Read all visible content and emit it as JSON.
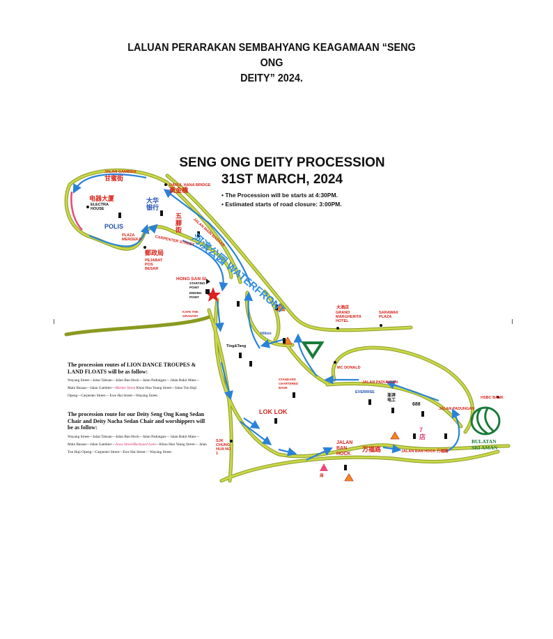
{
  "document_title": [
    "LALUAN PERARAKAN SEMBAHYANG KEAGAMAAN “SENG ONG",
    "DEITY” 2024."
  ],
  "map": {
    "title": "SENG ONG DEITY PROCESSION",
    "date": "31ST MARCH, 2024",
    "notes": [
      "• The Procession will be starts at 4:30PM.",
      "• Estimated starts of road closure:  3:00PM."
    ],
    "waterfront_label": "河滨公园 WATERFRONT",
    "labels": {
      "jalan_gambier": "JALAN GAMBIER",
      "jalan_gambier_cn": "甘蜜街",
      "electra_cn": "电器大厦",
      "electra": "ELECTRA HOUSE",
      "polis": "POLIS",
      "plaza_merdeka": "PLAZA MERDEKA",
      "post_cn": "郵政局",
      "pejabat_pos": "PEJABAT POS BESAR",
      "carpenter": "CARPENTER STREET",
      "carpenter_cn": "五腳街",
      "bank_cn": "大华银行",
      "satok_bridge": "DARUL HANA BRIDGE",
      "satok_bridge_cn": "黃金橋",
      "main_bazaar": "JALAN MAIN BAZAAR",
      "hong_san_si": "HONG SAN SI",
      "starting_point": "STARTING POINT",
      "ending_point": "ENDING POINT",
      "granary": "KAFE THE GRANARY",
      "grand_margherita": "GRAND MARGHERITA HOTEL",
      "grand_margherita_cn": "大酒店",
      "sarawak_plaza": "SARAWAK PLAZA",
      "hilton": "Hilton",
      "tingtang": "Ting&Tang",
      "standard_chartered": "STANDARD CHARTERED BANK",
      "mcdonald": "MC DONALD",
      "jalan_padungan_1": "JALAN PADUNGAN",
      "jalan_padungan_2": "JALAN PADUNGAN",
      "everrise": "EVERRISE",
      "shop_cn": "澎湃电工",
      "s688": "688",
      "hsbc": "HSBC BANK",
      "lok_lok": "LOK LOK",
      "chung_hua": "SJK CHUNG HUA NO 1",
      "jalan_ban_hock": "JALAN BAN HOCK",
      "ban_hock_cn": "万福路",
      "jalan_ban_hock_2": "JALAN BAN HOCK 万福路",
      "seven_eleven": "7店",
      "bulatan": "BULATAN SRI AMAN",
      "temple_cn": "庙"
    }
  },
  "routes": {
    "lion_dance": {
      "heading": "The procession routes of LION DANCE TROUPES & LAND FLOATS will be as follow:",
      "before": "Wayang Street—Jalan Tabuan—Jalan Ban Hock—Jalan Padungan— Jalan Bukit Mata— Main Bazaar—Jalan Gambier—",
      "highlight": "Market Street",
      "after": " Khoo Hun Yeang Street—Jalan Tun Haji Openg—Carpenter Street— Ewe Hai Street—Wayang Street."
    },
    "deity": {
      "heading": "The procession route for our Deity Seng Ong Kong Sedan Chair and Deity Nacha Sedan Chair and worshippers will be as follow:",
      "before": "Wayang Street—Jalan Tabuan—Jalan Ban Hock—Jalan Padungan— Jalan Bukit Mata—Main Bazaar—Jalan Gambier—",
      "highlight": "Jawa Street/Backyard Lane",
      "after": "—Khoo Hun Yeang Street— Jalan Tun Haji Openg—Carpenter Street—Ewe Hai Street— Wayang Street."
    }
  },
  "colors": {
    "road": "#b9c83a",
    "route_arrow": "#2a82d8",
    "label": "#d8231a",
    "logo_green": "#1a7a3a"
  }
}
